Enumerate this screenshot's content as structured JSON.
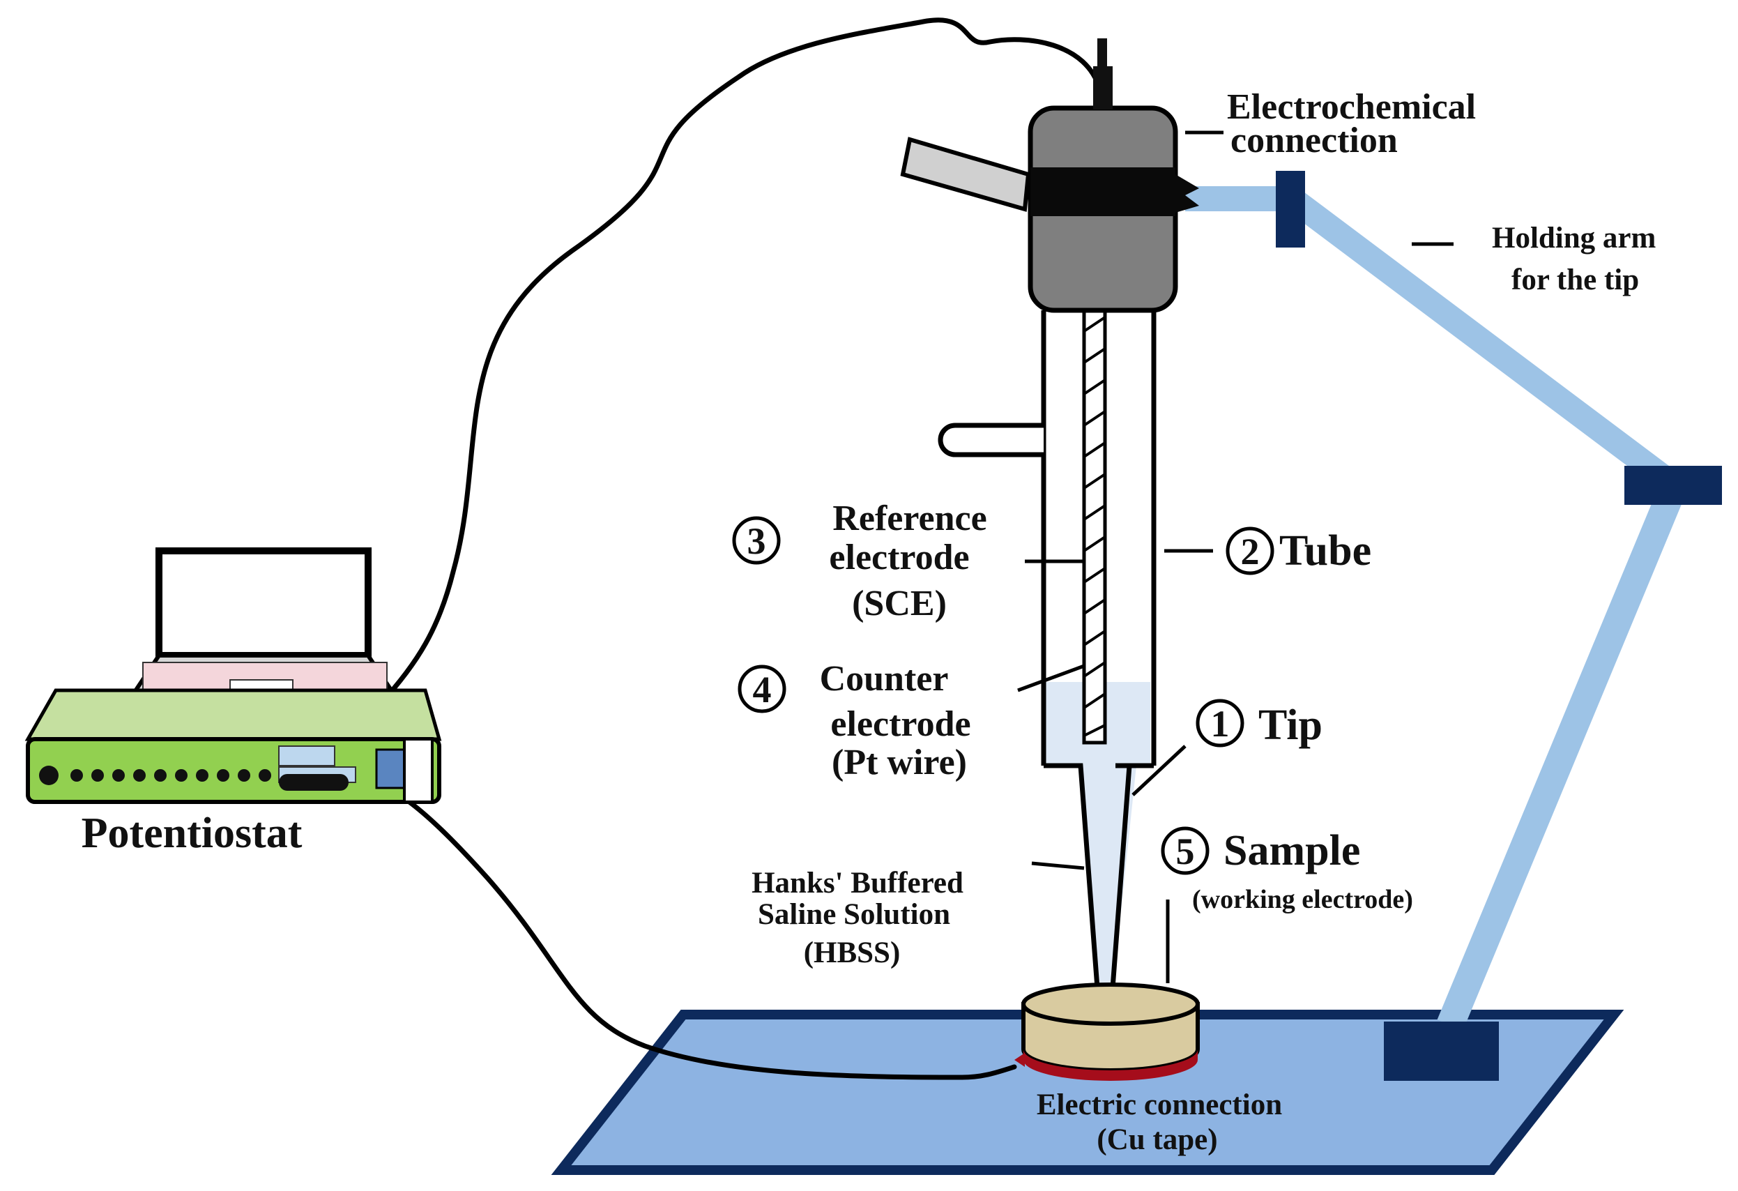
{
  "labels": {
    "potentiostat": "Potentiostat",
    "electrochemical_connection_line1": "Electrochemical",
    "electrochemical_connection_line2": "connection",
    "holding_arm_line1": "Holding arm",
    "holding_arm_line2": "for the tip",
    "reference_number": "3",
    "reference_line1": "Reference",
    "reference_line2": "electrode",
    "reference_line3": "(SCE)",
    "tube_number": "2",
    "tube": "Tube",
    "counter_number": "4",
    "counter_line1": "Counter",
    "counter_line2": "electrode",
    "counter_line3": "(Pt wire)",
    "tip_number": "1",
    "tip": "Tip",
    "sample_number": "5",
    "sample": "Sample",
    "sample_sub": "(working electrode)",
    "hbss_line1": "Hanks' Buffered",
    "hbss_line2": "Saline Solution",
    "hbss_line3": "(HBSS)",
    "electric_connection_line1": "Electric connection",
    "electric_connection_line2": "(Cu tape)"
  },
  "colors": {
    "base_plate": "#8db3e2",
    "base_border": "#0d2a5c",
    "arm": "#9dc3e6",
    "arm_clamp": "#0d2a5c",
    "head": "#7f7f7f",
    "potentiostat": "#92d050",
    "sample_disc": "#d9cba0",
    "cu_tape": "#a50d1b",
    "solution": "#dde8f5"
  }
}
